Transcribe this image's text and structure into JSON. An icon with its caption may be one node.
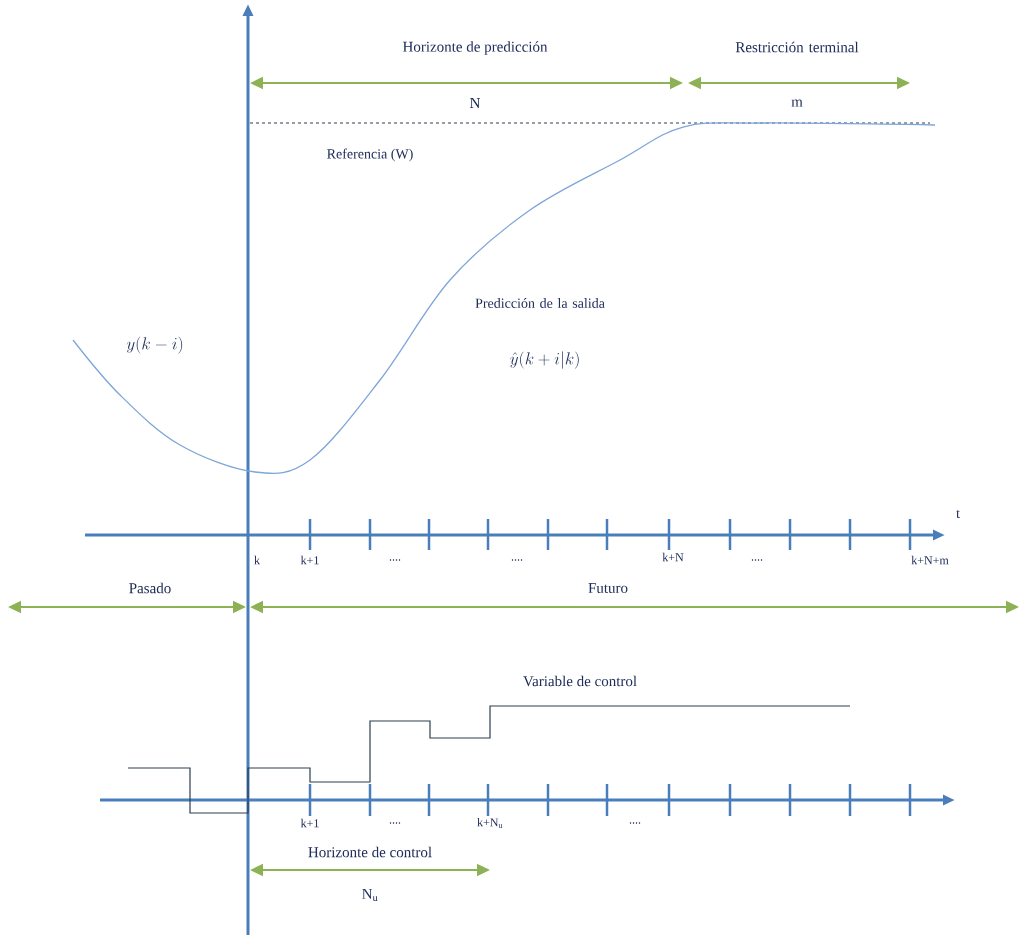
{
  "diagram": {
    "labels": [
      "Horizonte de predicción",
      "Restricción terminal",
      "N",
      "m",
      "Referencia (W)",
      "Predicción de la salida",
      "y(k-i)",
      "\\hat{y}(k+i|k)",
      "t",
      "k",
      "k+1",
      "....",
      "....",
      "k+N",
      "....",
      "k+N+m",
      "Pasado",
      "Futuro",
      "Variable de control",
      "k+1",
      "....",
      "k+N$_{u}$",
      "....",
      "Horizonte de control",
      "N$_{u}$"
    ]
  }
}
